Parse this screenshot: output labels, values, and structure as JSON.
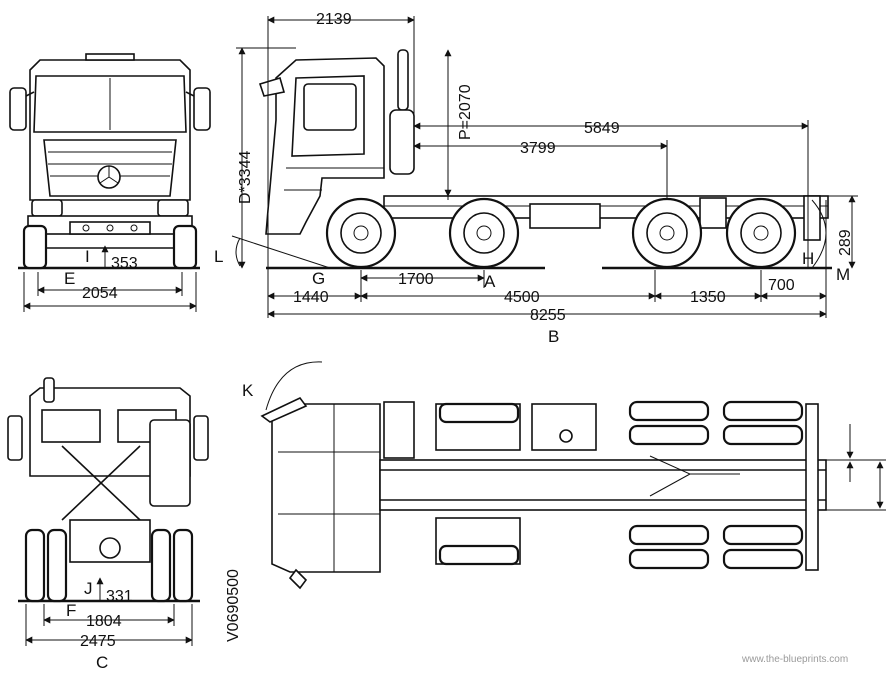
{
  "dimensions": {
    "cab_length": "2139",
    "front_overhang": "1440",
    "first_axle_spacing": "1700",
    "wheelbase": "4500",
    "rear_axle_spacing": "1350",
    "rear_overhang": "700",
    "overall_length": "8255",
    "axle_to_rear_end": "5849",
    "axle_to_mid": "3799",
    "cab_height": "D*3344",
    "frame_height": "P=2070",
    "frame_top": "289",
    "front_clearance": "353",
    "front_track": "2054",
    "rear_track": "1804",
    "rear_width": "2475",
    "rear_clearance": "331"
  },
  "labels": {
    "A": "A",
    "B": "B",
    "C": "C",
    "E": "E",
    "F": "F",
    "G": "G",
    "H": "H",
    "I": "I",
    "J": "J",
    "K": "K",
    "L": "L",
    "M": "M"
  },
  "drawing_code": "V0690500",
  "watermark": "www.the-blueprints.com"
}
